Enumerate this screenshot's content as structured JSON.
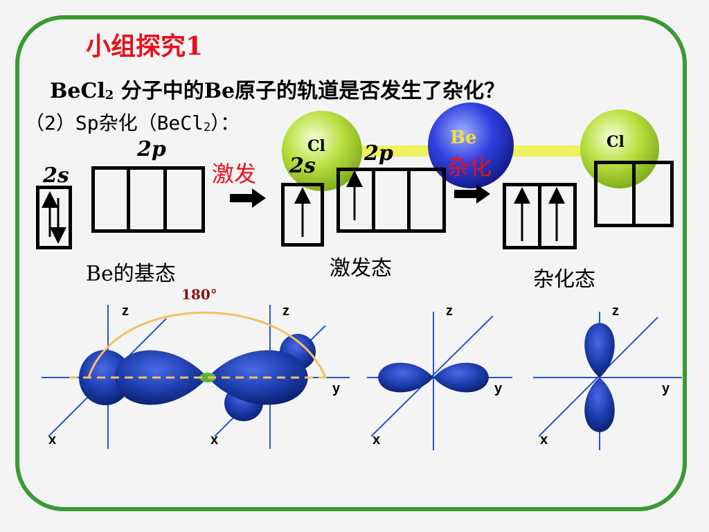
{
  "slide": {
    "title": "小组探究1",
    "question_main": "BeCl",
    "question_sub": "2",
    "question_rest": " 分子中的Be原子的轨道是否发生了杂化？",
    "subtitle_main": "（2）Sp杂化（BeCl",
    "subtitle_sub": "2",
    "subtitle_rest": "）："
  },
  "orbitals": {
    "ground_2p": "2p",
    "ground_2s": "2s",
    "excite_label": "激发",
    "excited_2s": "2s",
    "excited_2p": "2p",
    "hybrid_label": "杂化",
    "ground_state": "Be的基态",
    "excited_state": "激发态",
    "hybrid_state": "杂化态"
  },
  "molecule": {
    "cl_left": "Cl",
    "be": "Be",
    "cl_right": "Cl"
  },
  "diagrams": {
    "angle": "180°",
    "axis_z": "z",
    "axis_y": "y",
    "axis_x": "x"
  },
  "colors": {
    "frame": "#3a9a34",
    "title": "#e8101a",
    "lobe": "#1a3aa8",
    "cl_atom": "#9acc2a",
    "be_atom": "#2a3ad8",
    "bond": "#f0f060",
    "axis": "#2255cc"
  }
}
